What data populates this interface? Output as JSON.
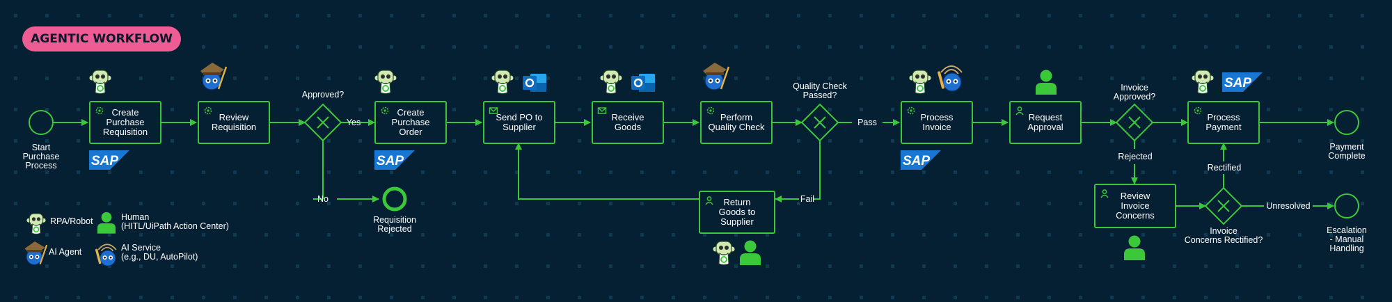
{
  "header": {
    "badge": "AGENTIC WORKFLOW"
  },
  "colors": {
    "background": "#062033",
    "line": "#3bc93b",
    "badge": "#ef5b93",
    "human": "#3bc93b",
    "sap": "#1877d2",
    "outlook": "#0f6cbd"
  },
  "events": {
    "start": "Start\nPurchase\nProcess",
    "rejected": "Requisition\nRejected",
    "complete": "Payment\nComplete",
    "escalation": "Escalation\n-   Manual\nHandling"
  },
  "tasks": {
    "create_pr": "Create\nPurchase\nRequisition",
    "review_req": "Review\nRequisition",
    "create_po": "Create\nPurchase Order",
    "send_po": "Send PO to\nSupplier",
    "receive": "Receive\nGoods",
    "quality": "Perform\nQuality Check",
    "return": "Return\nGoods to Supplier",
    "process_inv": "Process\nInvoice",
    "request_appr": "Request\nApproval",
    "review_conc": "Review\nInvoice Concerns",
    "process_pay": "Process\nPayment"
  },
  "gateways": {
    "approved": "Approved?",
    "quality": "Quality Check\nPassed?",
    "invoice": "Invoice\nApproved?",
    "concerns": "Invoice\nConcerns Rectified?"
  },
  "flows": {
    "yes": "Yes",
    "no": "No",
    "pass": "Pass",
    "fail": "Fail",
    "rejected": "Rejected",
    "rectified": "Rectified",
    "unresolved": "Unresolved"
  },
  "brands": {
    "sap": "SAP"
  },
  "legend": {
    "robot": "RPA/Robot",
    "human": "Human\n(HITL/UiPath Action Center)",
    "agent": "AI Agent",
    "service": "AI Service\n(e.g., DU, AutoPilot)"
  }
}
